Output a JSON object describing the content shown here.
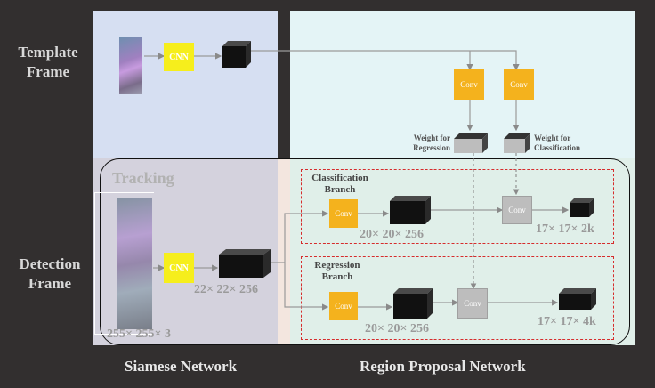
{
  "labels": {
    "template_frame": [
      "Template",
      "Frame"
    ],
    "detection_frame": [
      "Detection",
      "Frame"
    ],
    "siamese_network": "Siamese Network",
    "region_proposal_network": "Region Proposal Network",
    "tracking": "Tracking",
    "classification_branch": [
      "Classification",
      "Branch"
    ],
    "regression_branch": [
      "Regression",
      "Branch"
    ],
    "weight_regression": [
      "Weight for",
      "Regression"
    ],
    "weight_classification": [
      "Weight for",
      "Classification"
    ]
  },
  "blocks": {
    "cnn": "CNN",
    "conv": "Conv"
  },
  "dims": {
    "input": "255× 255× 3",
    "feature": "22× 22× 256",
    "cls_feature": "20× 20× 256",
    "reg_feature": "20× 20× 256",
    "cls_output": "17× 17× 2k",
    "reg_output": "17× 17× 4k"
  },
  "colors": {
    "background": "#322f2f",
    "siamese_panel": "#d6dff2",
    "rpn_panel": "#e4f4f6",
    "cnn_block": "#f6ee1c",
    "conv_block": "#f4b21d",
    "branch_border": "#d62c2c"
  }
}
